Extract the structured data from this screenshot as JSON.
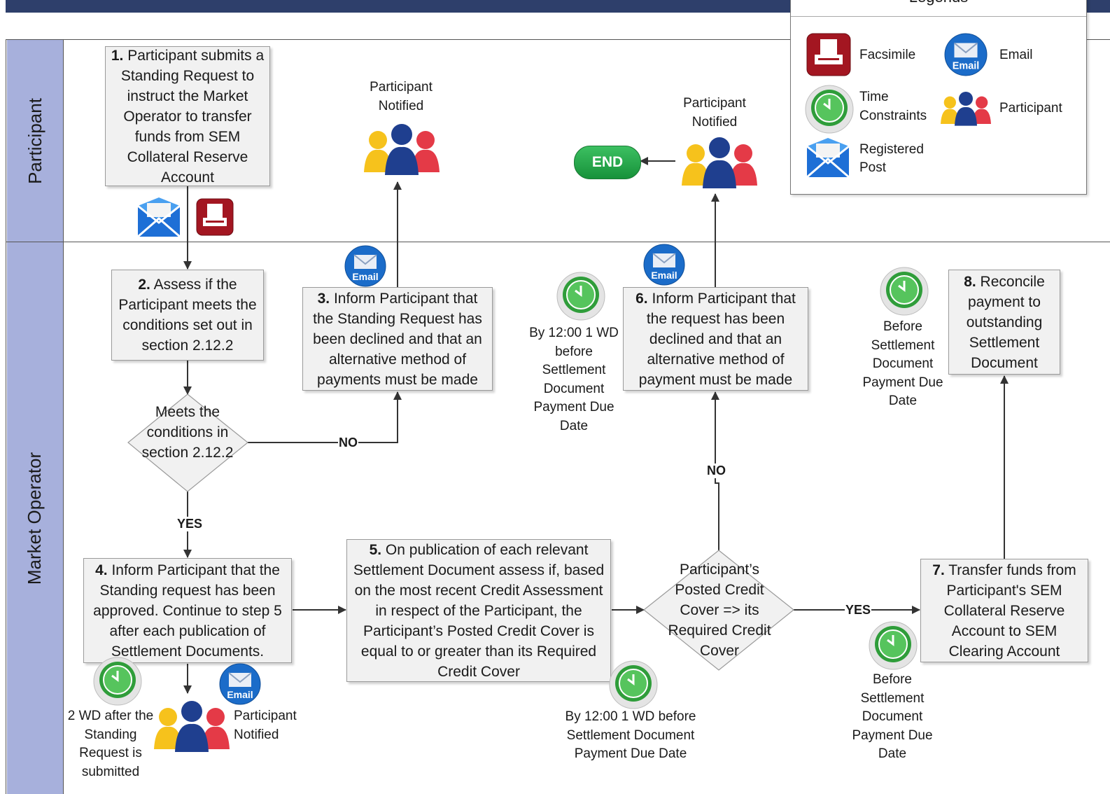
{
  "legend": {
    "title": "Legends",
    "facsimile": "Facsimile",
    "email": "Email",
    "time_constraints_1": "Time",
    "time_constraints_2": "Constraints",
    "participant": "Participant",
    "registered_post_1": "Registered",
    "registered_post_2": "Post"
  },
  "lanes": {
    "participant": "Participant",
    "market_operator": "Market Operator"
  },
  "icon_text": {
    "email": "Email"
  },
  "step1": {
    "num": "1.",
    "text": " Participant submits a Standing Request to instruct the Market Operator to transfer funds from SEM Collateral Reserve Account"
  },
  "step2": {
    "num": "2.",
    "text": " Assess if the Participant meets the conditions set out in section 2.12.2"
  },
  "step3": {
    "num": "3.",
    "text": "  Inform Participant that the Standing Request has been declined and that an alternative method of payments must be made"
  },
  "step4": {
    "num": "4.",
    "text": " Inform Participant that the Standing request has been approved. Continue to step 5 after each publication of Settlement Documents."
  },
  "step5": {
    "num": "5.",
    "text": " On publication of each relevant Settlement Document assess if, based on the most recent Credit Assessment in respect of the Participant, the Participant’s Posted Credit Cover is equal to or greater than its Required Credit Cover"
  },
  "step6": {
    "num": "6.",
    "text": " Inform Participant that the request has been declined and that an alternative method of payment must be made"
  },
  "step7": {
    "num": "7.",
    "text": " Transfer funds from Participant's SEM Collateral Reserve Account to SEM Clearing Account"
  },
  "step8": {
    "num": "8.",
    "text": " Reconcile payment to outstanding Settlement Document"
  },
  "decision1": "Meets the conditions  in section 2.12.2",
  "decision2": "Participant’s Posted Credit Cover => its Required Credit Cover",
  "notified1": "Participant Notified",
  "notified2": "Participant Notified",
  "notified3": "Participant Notified",
  "end": "END",
  "labels": {
    "no1": "NO",
    "yes1": "YES",
    "no2": "NO",
    "yes2": "YES"
  },
  "time1": "By 12:00 1 WD before Settlement Document Payment Due Date",
  "time2": "Before Settlement Document Payment Due Date",
  "time3": "2 WD after the Standing Request is submitted",
  "time4": "By 12:00 1 WD before Settlement Document Payment Due Date",
  "time5": "Before Settlement Document Payment Due Date",
  "colors": {
    "lane": "#a7b0dc",
    "topbar": "#2e3f6b",
    "end": "#1f9e45",
    "box": "#f1f1f1"
  }
}
